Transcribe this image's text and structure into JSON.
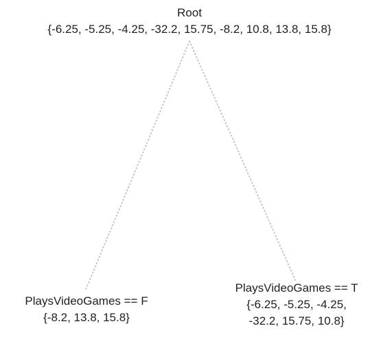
{
  "tree": {
    "root": {
      "label": "Root",
      "values": "{-6.25, -5.25, -4.25, -32.2, 15.75, -8.2, 10.8, 13.8, 15.8}"
    },
    "children": [
      {
        "label": "PlaysVideoGames == F",
        "values": "{-8.2, 13.8, 15.8}"
      },
      {
        "label": "PlaysVideoGames == T",
        "values_line1": "{-6.25, -5.25, -4.25,",
        "values_line2": "-32.2, 15.75, 10.8}"
      }
    ]
  }
}
